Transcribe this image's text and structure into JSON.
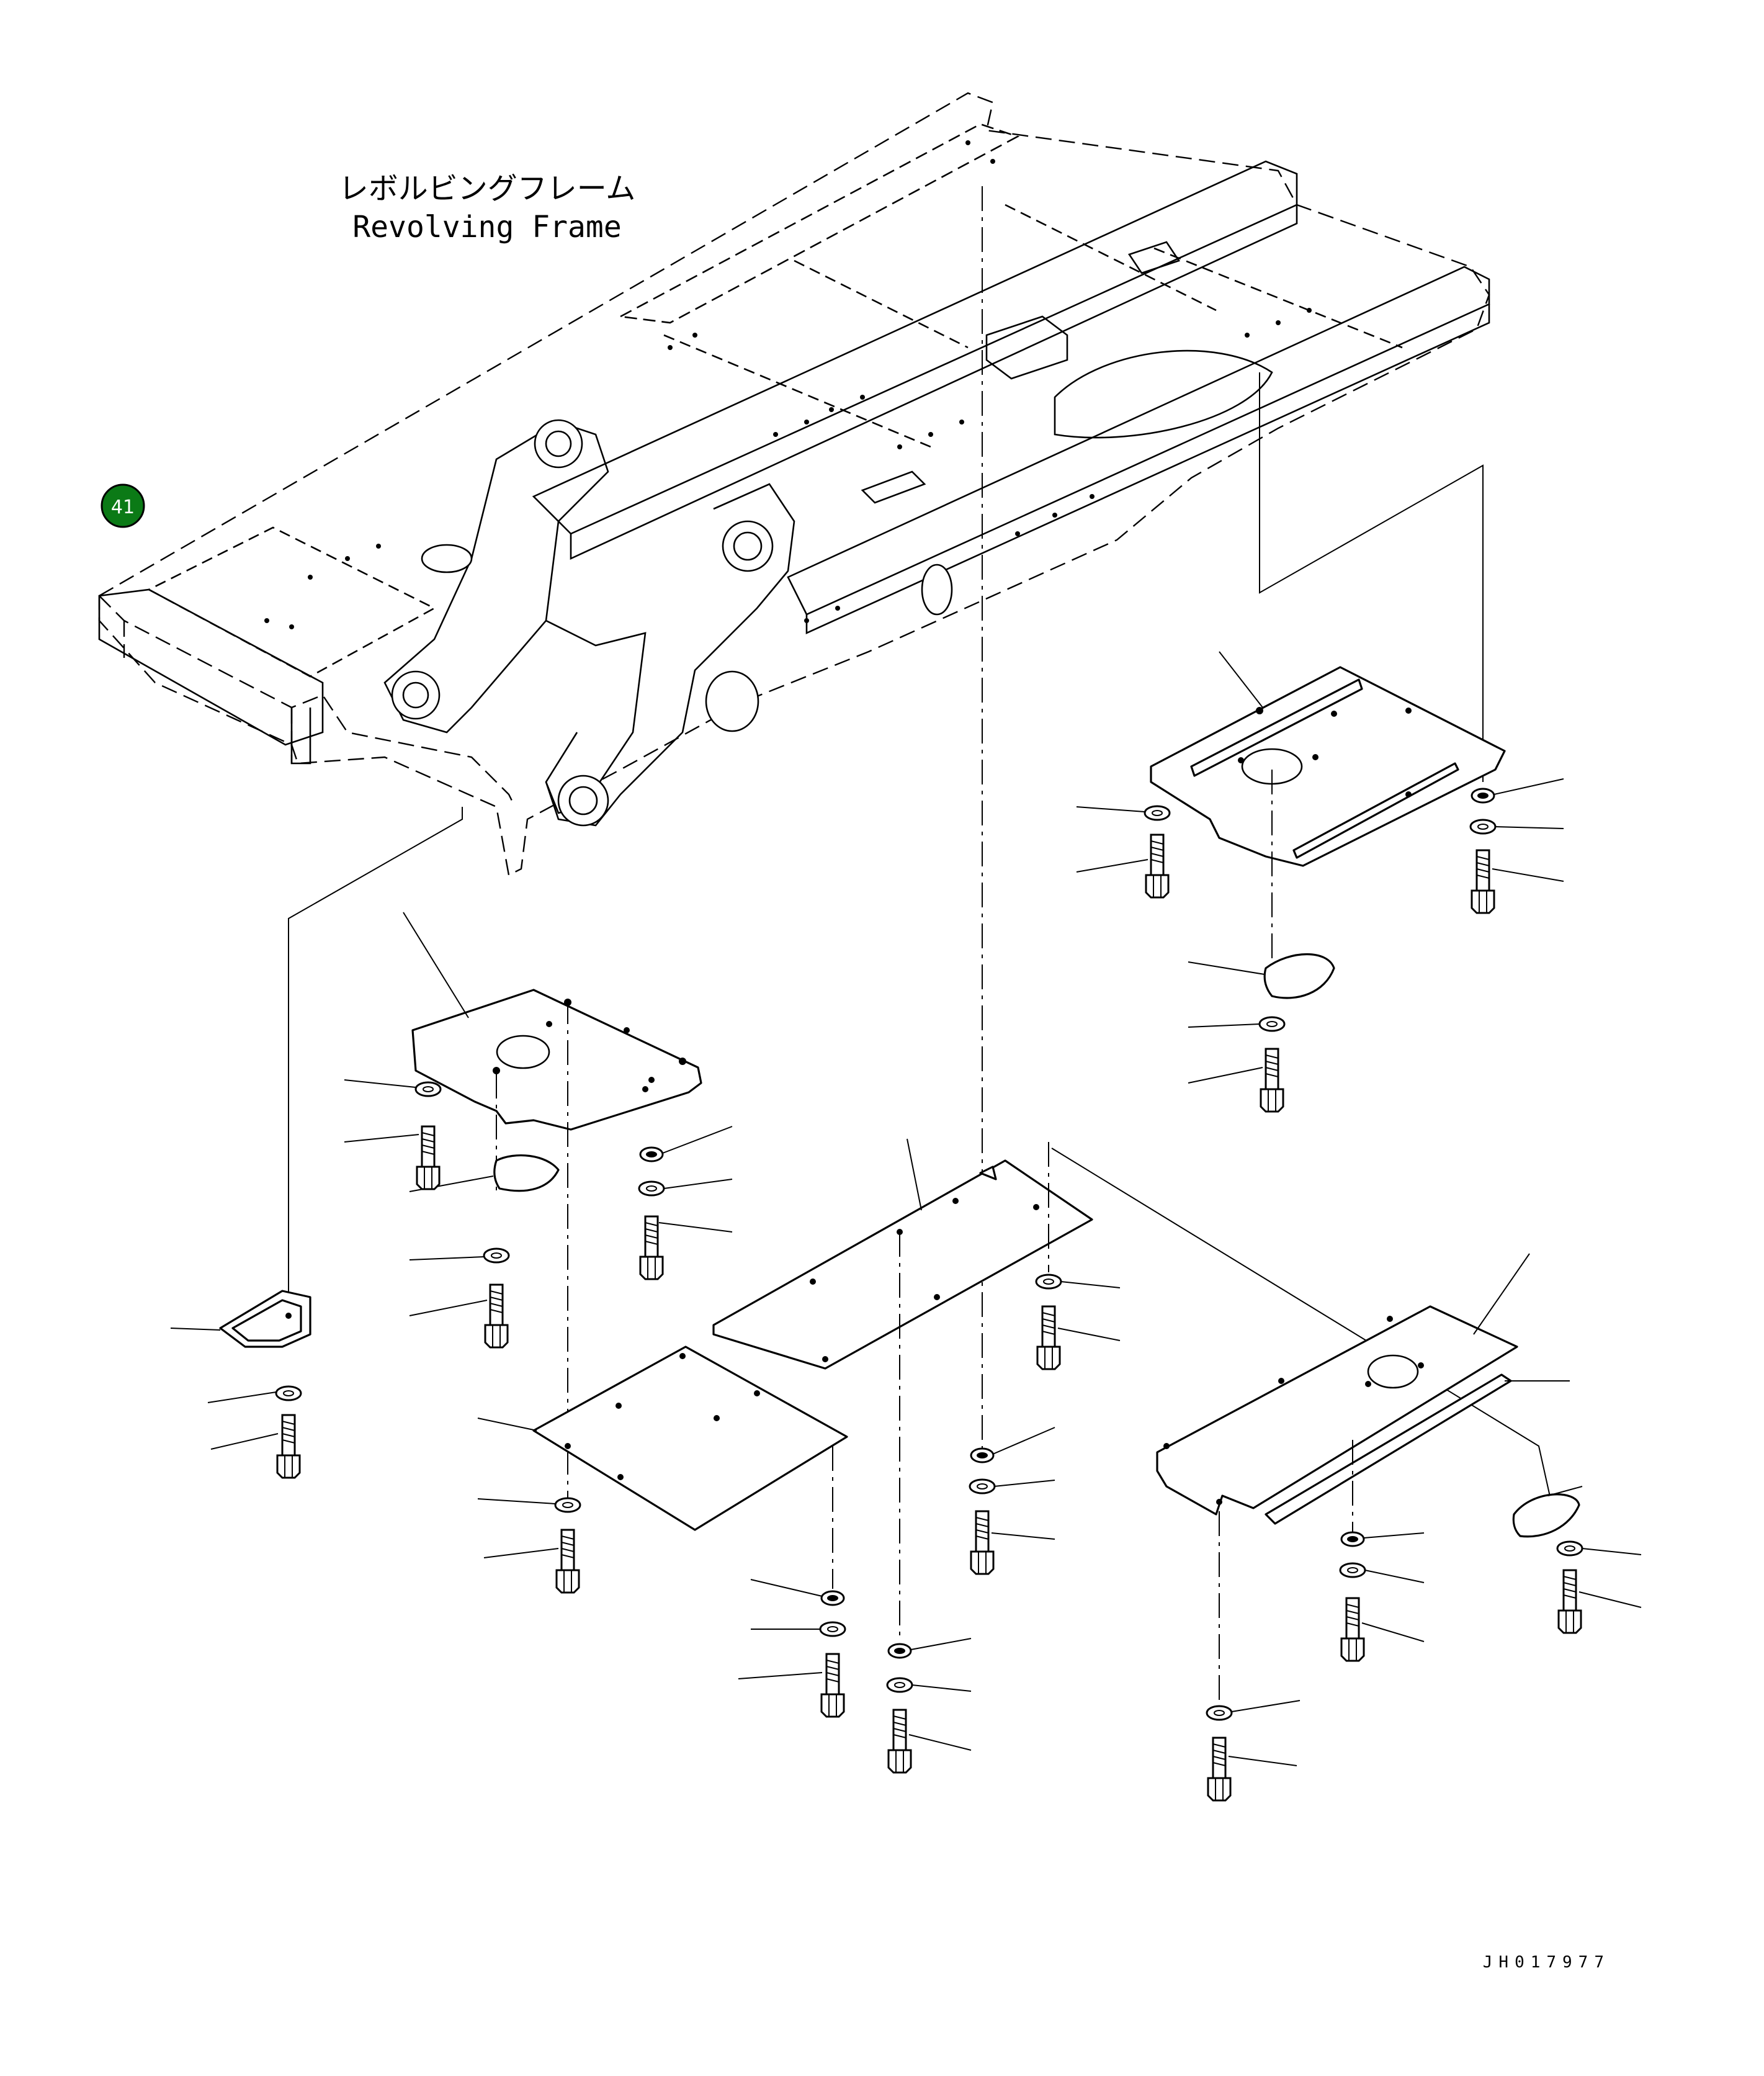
{
  "frame_label": {
    "japanese": "レボルビングフレーム",
    "english": "Revolving Frame"
  },
  "callout": {
    "number": "41",
    "color": "#0b7a16"
  },
  "drawing_id": "JH017977"
}
